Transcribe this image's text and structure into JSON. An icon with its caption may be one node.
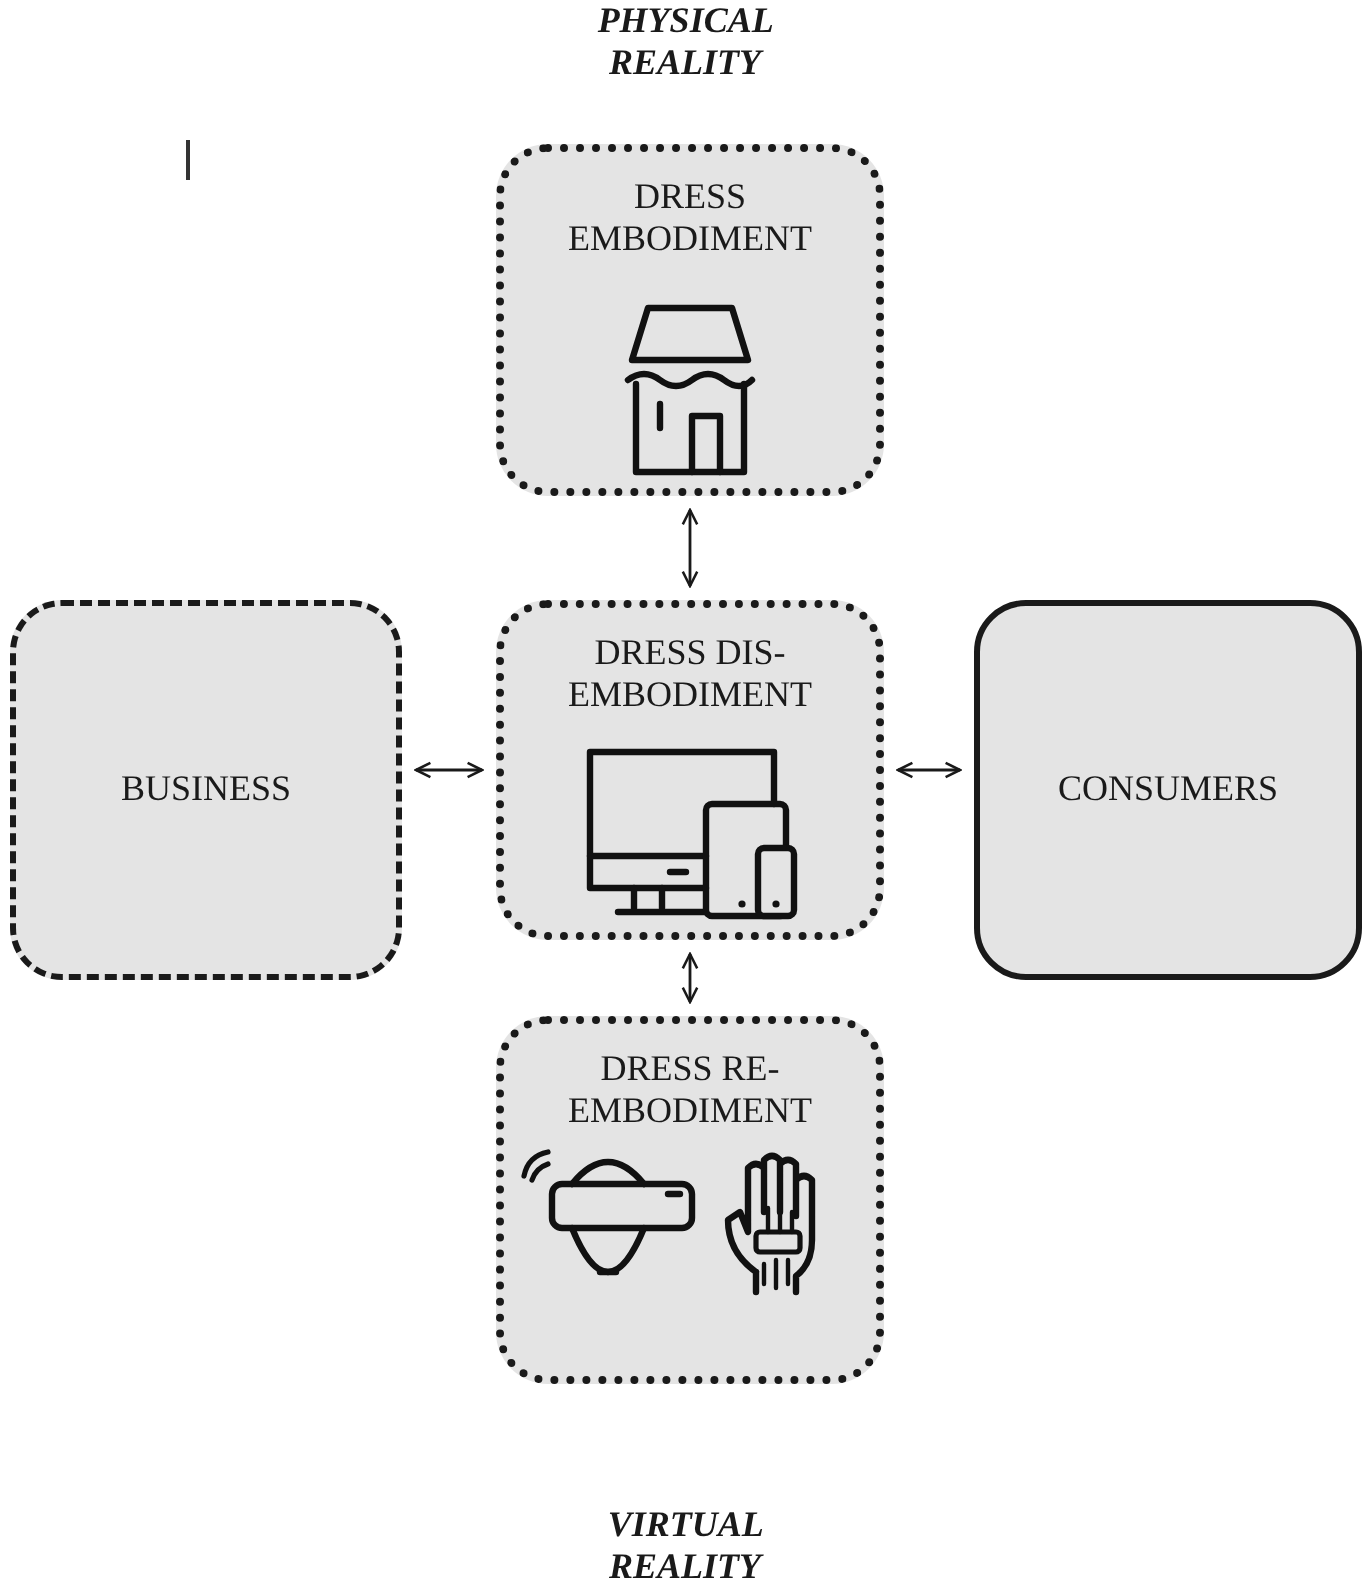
{
  "diagram": {
    "nodes": [
      {
        "text": [
          "DRESS EMBODIMENT"
        ],
        "beside": [
          "PHYSICAL REALITY"
        ]
      },
      {
        "text": [
          "DRESS DIS- EMBODIMENT"
        ]
      },
      {
        "text": [
          "BUSINESS"
        ]
      },
      {
        "text": [
          "CONSUMERS"
        ]
      },
      {
        "text": [
          "DRESS RE- EMBODIMENT"
        ],
        "beside": [
          "VIRTUAL REALITY"
        ]
      }
    ],
    "edges": [
      {
        "from": 0,
        "to": 1,
        "arrow": "both"
      },
      {
        "from": 2,
        "to": 1,
        "arrow": "both"
      },
      {
        "from": 1,
        "to": 3,
        "arrow": "both"
      },
      {
        "from": 1,
        "to": 4,
        "arrow": "both"
      }
    ]
  }
}
